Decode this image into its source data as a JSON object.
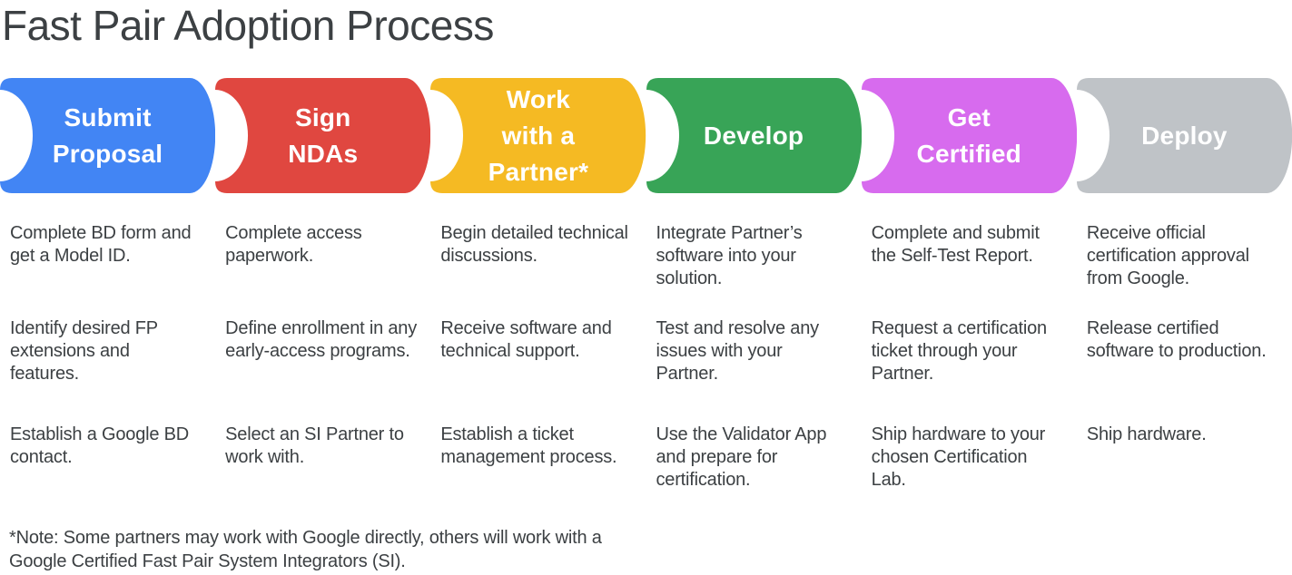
{
  "title": "Fast Pair Adoption Process",
  "steps": [
    {
      "label": "Submit Proposal",
      "label_lines": [
        "Submit",
        "Proposal"
      ],
      "color": "#4285F4",
      "bullets": [
        "Complete BD form and get a Model ID.",
        "Identify desired FP extensions and features.",
        "Establish a Google BD contact."
      ]
    },
    {
      "label": "Sign NDAs",
      "label_lines": [
        "Sign",
        "NDAs"
      ],
      "color": "#E04740",
      "bullets": [
        "Complete access paperwork.",
        "Define enrollment in any early-access programs.",
        "Select an SI Partner to work with."
      ]
    },
    {
      "label": "Work with a Partner*",
      "label_lines": [
        "Work",
        "with a",
        "Partner*"
      ],
      "color": "#F5BA23",
      "bullets": [
        "Begin detailed technical discussions.",
        "Receive software and technical support.",
        "Establish a ticket management process."
      ]
    },
    {
      "label": "Develop",
      "label_lines": [
        "Develop"
      ],
      "color": "#38A457",
      "bullets": [
        "Integrate Partner’s software into your solution.",
        "Test and resolve any issues with your Partner.",
        "Use the Validator App and prepare for certification."
      ]
    },
    {
      "label": "Get Certified",
      "label_lines": [
        "Get",
        "Certified"
      ],
      "color": "#D76BEE",
      "bullets": [
        "Complete and submit the Self-Test Report.",
        "Request a certification ticket through your Partner.",
        "Ship hardware to your chosen Certification Lab."
      ]
    },
    {
      "label": "Deploy",
      "label_lines": [
        "Deploy"
      ],
      "color": "#BFC3C7",
      "bullets": [
        "Receive official certification approval from Google.",
        "Release certified software to production.",
        "Ship hardware."
      ]
    }
  ],
  "footnote": "*Note: Some partners may work with Google directly, others will work with a Google Certified Fast Pair System Integrators (SI)."
}
